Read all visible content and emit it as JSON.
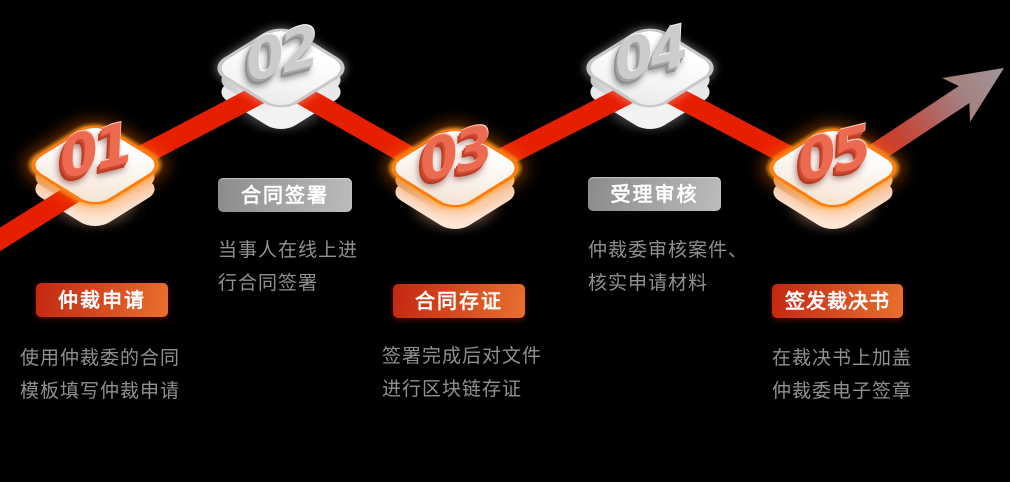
{
  "diagram": {
    "type": "process-flow",
    "direction": "left-to-right zigzag ascending arrow",
    "background_color": "#000000",
    "steps": [
      {
        "number": "01",
        "title": "仲裁申请",
        "desc_line1": "使用仲裁委的合同",
        "desc_line2": "模板填写仲裁申请",
        "theme": "orange",
        "position": "valley"
      },
      {
        "number": "02",
        "title": "合同签署",
        "desc_line1": "当事人在线上进",
        "desc_line2": "行合同签署",
        "theme": "silver",
        "position": "peak"
      },
      {
        "number": "03",
        "title": "合同存证",
        "desc_line1": "签署完成后对文件",
        "desc_line2": "进行区块链存证",
        "theme": "orange",
        "position": "valley"
      },
      {
        "number": "04",
        "title": "受理审核",
        "desc_line1": "仲裁委审核案件、",
        "desc_line2": "核实申请材料",
        "theme": "silver",
        "position": "peak"
      },
      {
        "number": "05",
        "title": "签发裁决书",
        "desc_line1": "在裁决书上加盖",
        "desc_line2": "仲裁委电子签章",
        "theme": "orange",
        "position": "valley"
      }
    ],
    "palette": {
      "arrow_red": "#e71f02",
      "arrow_fade_gray": "#9b9199",
      "badge_orange_gradient": [
        "#c32711",
        "#e8702e"
      ],
      "badge_gray_gradient": [
        "#8b8b8b",
        "#bcbcbc"
      ],
      "cube_glow_orange": "#ff7d0e",
      "cube_rim_silver": "#c9c9c9",
      "number_orange": "#ec6b50",
      "number_silver": "#cccccc",
      "description_text": "#909090",
      "badge_text": "#ffffff"
    }
  }
}
